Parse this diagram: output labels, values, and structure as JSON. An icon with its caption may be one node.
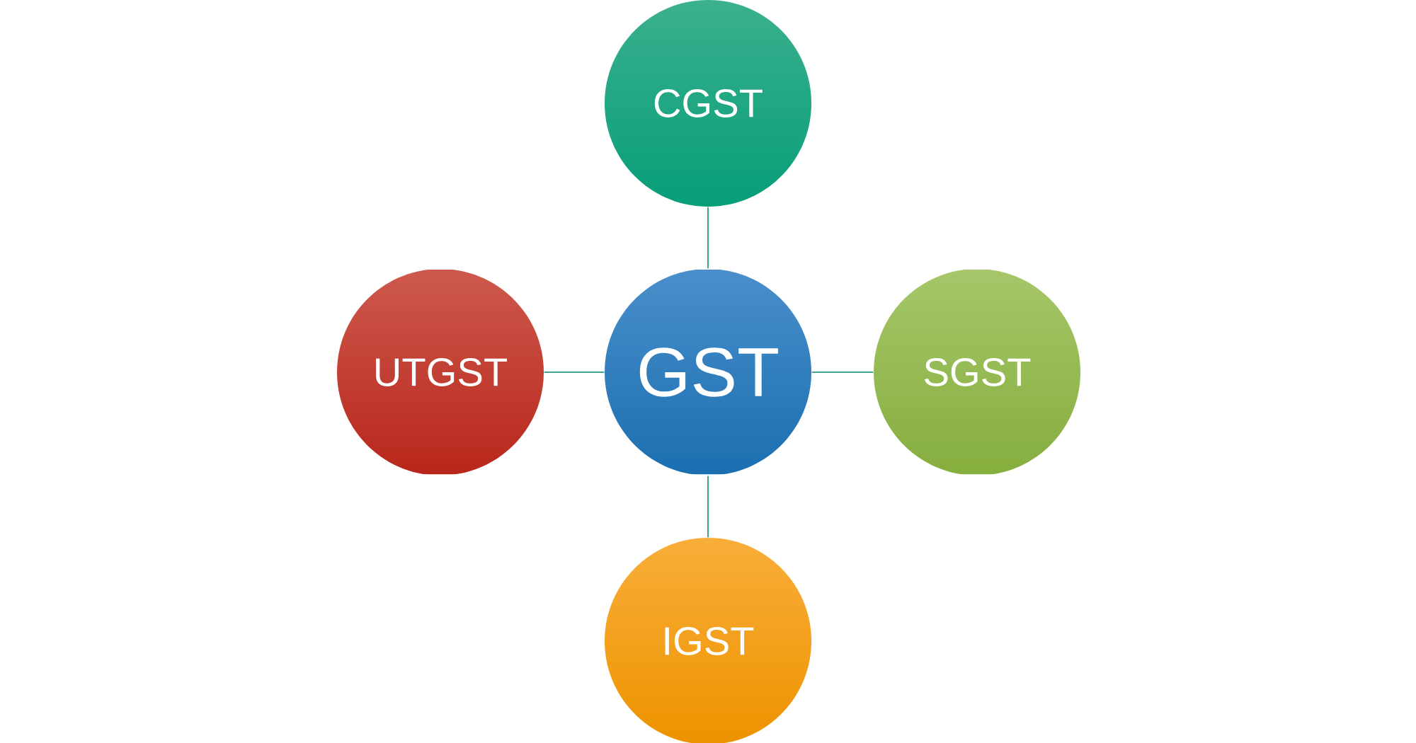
{
  "diagram": {
    "nodes": [
      {
        "text": [
          "GST"
        ]
      },
      {
        "text": [
          "CGST"
        ]
      },
      {
        "text": [
          "SGST"
        ]
      },
      {
        "text": [
          "IGST"
        ]
      },
      {
        "text": [
          "UTGST"
        ]
      }
    ],
    "edges": [
      {
        "from": 0,
        "to": 1,
        "arrow": "none"
      },
      {
        "from": 0,
        "to": 2,
        "arrow": "none"
      },
      {
        "from": 0,
        "to": 3,
        "arrow": "none"
      },
      {
        "from": 0,
        "to": 4,
        "arrow": "none"
      }
    ]
  }
}
